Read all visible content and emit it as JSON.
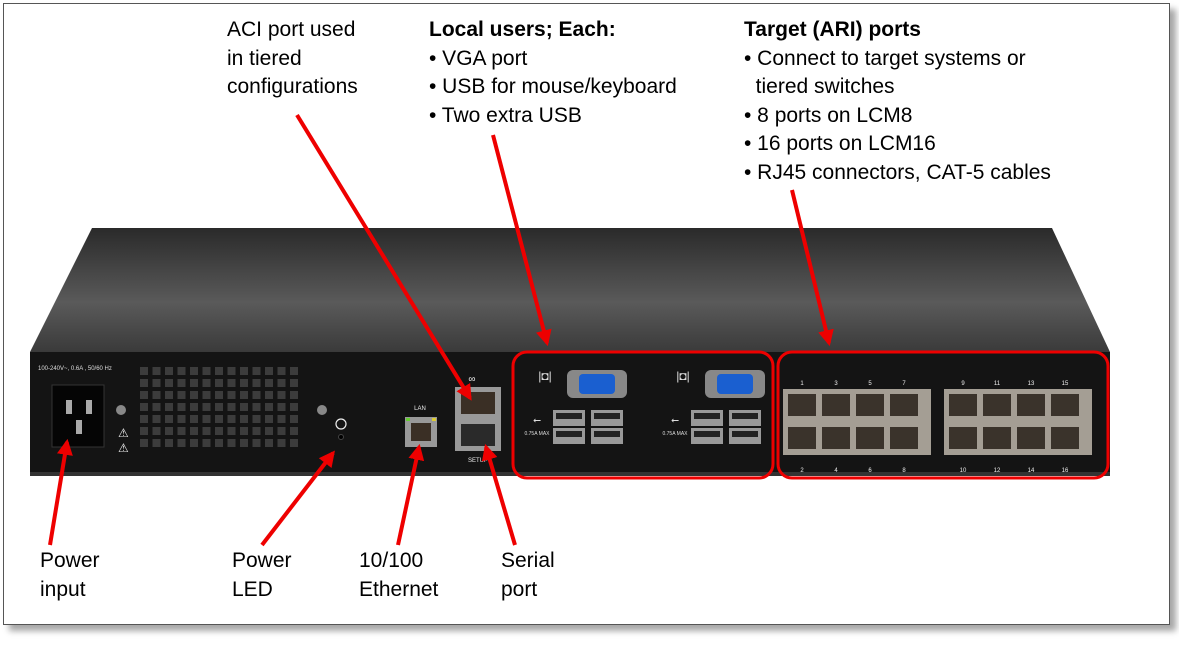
{
  "callouts": {
    "aci": {
      "lines": [
        "ACI port used",
        "in tiered",
        "configurations"
      ]
    },
    "local_users": {
      "title": "Local users; Each:",
      "items": [
        "• VGA port",
        "• USB for mouse/keyboard",
        "• Two extra USB"
      ]
    },
    "target": {
      "title": "Target (ARI) ports",
      "items": [
        "• Connect to target systems or",
        "  tiered switches",
        "• 8 ports on LCM8",
        "• 16 ports on LCM16",
        "• RJ45 connectors, CAT-5 cables"
      ]
    },
    "power_input": {
      "lines": [
        "Power",
        "input"
      ]
    },
    "power_led": {
      "lines": [
        "Power",
        "LED"
      ]
    },
    "ethernet": {
      "lines": [
        "10/100",
        "Ethernet"
      ]
    },
    "serial": {
      "lines": [
        "Serial",
        "port"
      ]
    }
  },
  "device": {
    "power_rating": "100-240V~, 0.6A , 50/60 Hz",
    "lan_label": "LAN",
    "setup_label": "SETUP",
    "usb_rating": "0.75A MAX",
    "port_numbers_top": [
      "1",
      "3",
      "5",
      "7",
      "9",
      "11",
      "13",
      "15"
    ],
    "port_numbers_bottom": [
      "2",
      "4",
      "6",
      "8",
      "10",
      "12",
      "14",
      "16"
    ]
  },
  "colors": {
    "annotation": "#ee0000",
    "vga": "#1a5fd0",
    "chassis": "#1a1a1a"
  }
}
